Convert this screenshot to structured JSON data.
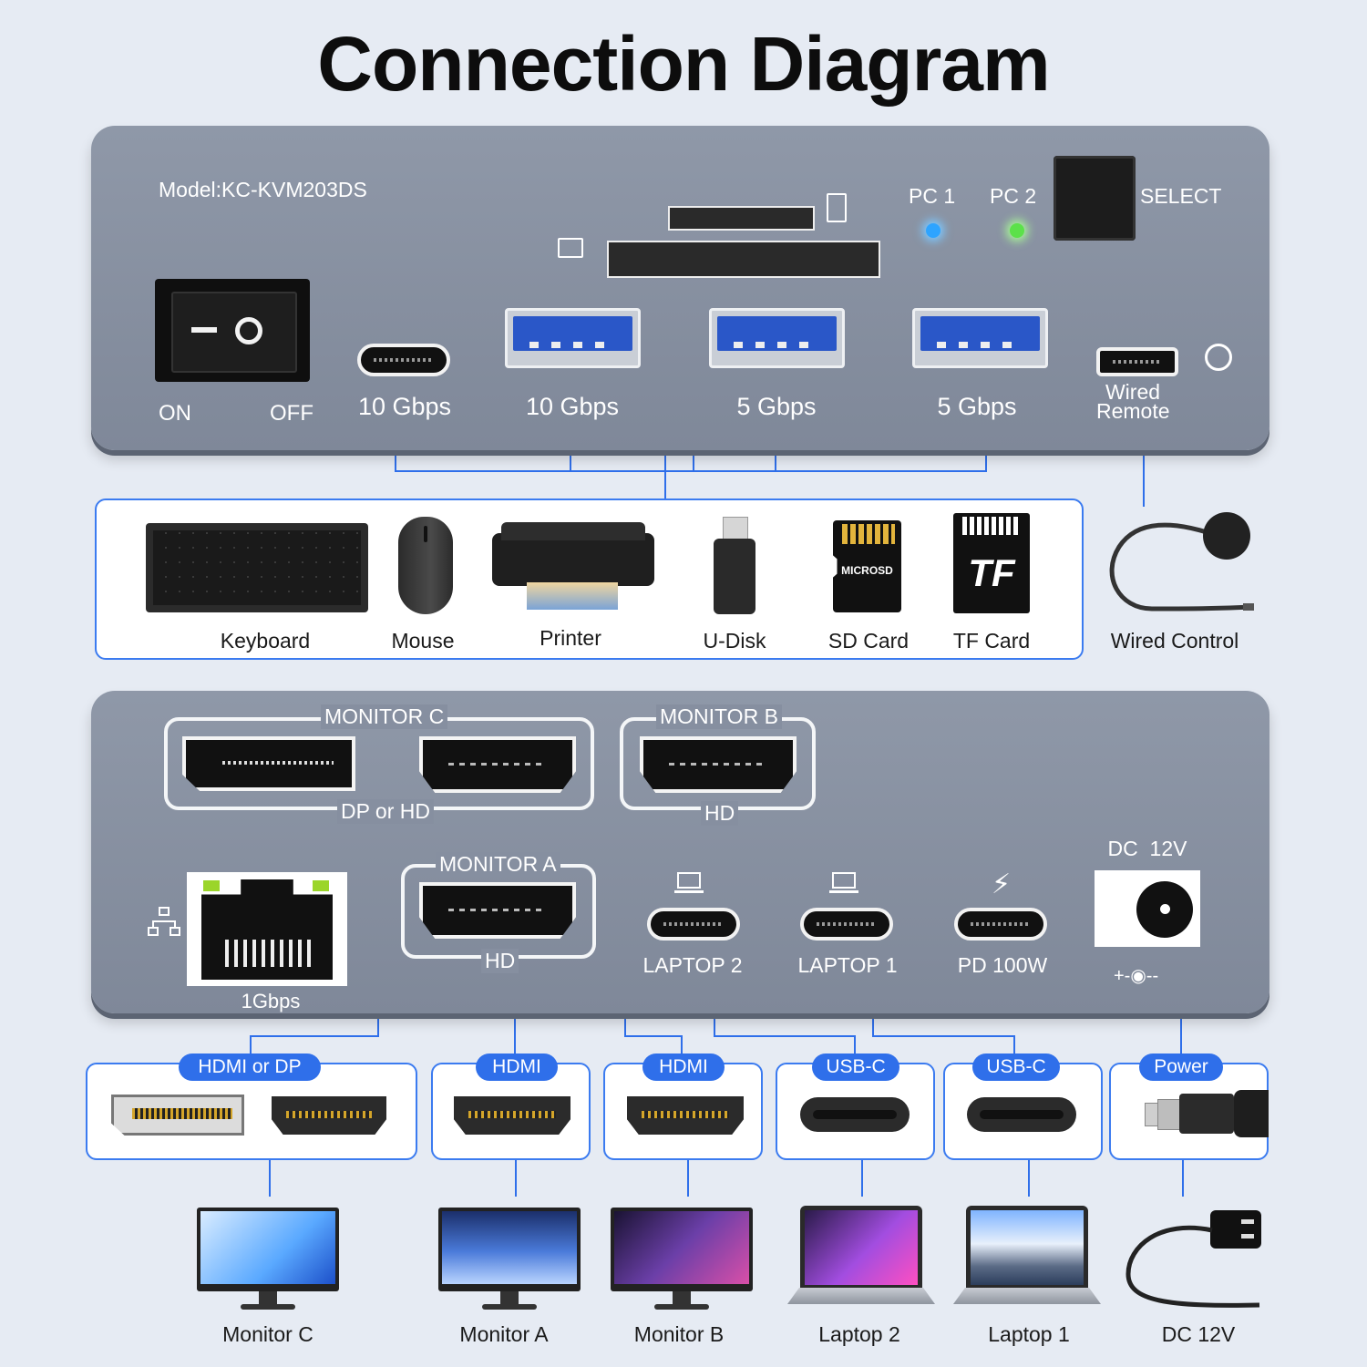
{
  "title": "Connection Diagram",
  "top_panel": {
    "model": "Model:KC-KVM203DS",
    "switch_on": "ON",
    "switch_off": "OFF",
    "pc1": "PC 1",
    "pc2": "PC 2",
    "select": "SELECT",
    "usbc_speed": "10 Gbps",
    "usba1_speed": "10 Gbps",
    "usba2_speed": "5 Gbps",
    "usba3_speed": "5 Gbps",
    "wired_remote": [
      "Wired",
      "Remote"
    ],
    "pc1_color": "#2ea4ff",
    "pc2_color": "#5ce14a"
  },
  "devices": [
    {
      "label": "Keyboard",
      "icon": "keyboard-icon"
    },
    {
      "label": "Mouse",
      "icon": "mouse-icon"
    },
    {
      "label": "Printer",
      "icon": "printer-icon"
    },
    {
      "label": "U-Disk",
      "icon": "usb-drive-icon"
    },
    {
      "label": "SD Card",
      "icon": "microsd-card-icon",
      "card_text": "MICROSD"
    },
    {
      "label": "TF Card",
      "icon": "tf-card-icon",
      "card_text": "TF"
    }
  ],
  "wired_control": {
    "label": "Wired Control",
    "icon": "wired-remote-icon"
  },
  "bottom_panel": {
    "monitor_c": "MONITOR C",
    "dp_or_hd": "DP or HD",
    "monitor_b": "MONITOR B",
    "hd_b": "HD",
    "monitor_a": "MONITOR A",
    "hd_a": "HD",
    "ethernet_speed": "1Gbps",
    "laptop2": "LAPTOP 2",
    "laptop1": "LAPTOP 1",
    "pd": "PD 100W",
    "dc_label": "DC  12V",
    "polarity": "+-◉--"
  },
  "cables": [
    {
      "pill": "HDMI or DP",
      "target": "Monitor C"
    },
    {
      "pill": "HDMI",
      "target": "Monitor A"
    },
    {
      "pill": "HDMI",
      "target": "Monitor B"
    },
    {
      "pill": "USB-C",
      "target": "Laptop 2"
    },
    {
      "pill": "USB-C",
      "target": "Laptop 1"
    },
    {
      "pill": "Power",
      "target": "DC 12V"
    }
  ],
  "colors": {
    "accent": "#2f6fea",
    "panel": "#8a93a4",
    "background": "#e6ebf3"
  }
}
